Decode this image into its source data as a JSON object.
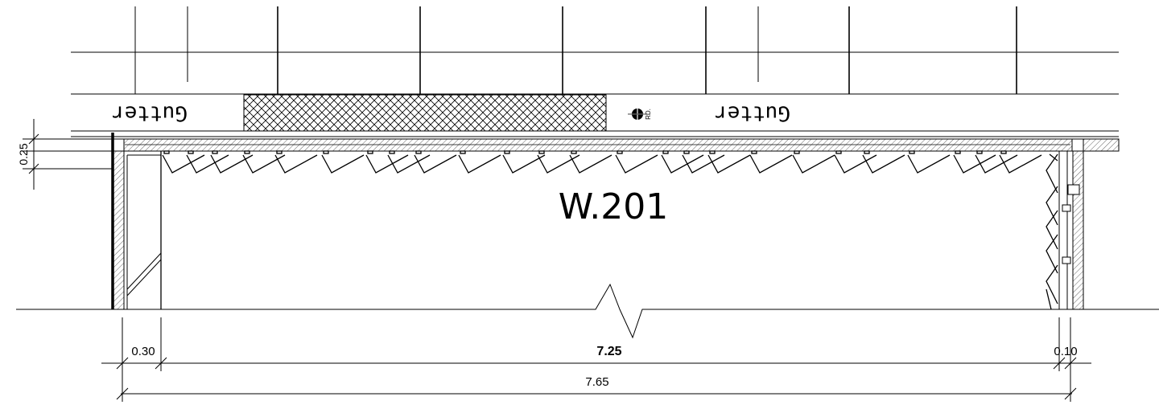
{
  "drawing": {
    "room_tag": "W.201",
    "gutter_label_left": "Gutter",
    "gutter_label_right": "Gutter",
    "roof_drain_label": "RD.",
    "dimensions": {
      "left_wall": "0.30",
      "span": "7.25",
      "right_wall": "0.10",
      "overall": "7.65",
      "height": "0.25"
    },
    "line_color": "#000000",
    "hatch_color": "#000000"
  }
}
